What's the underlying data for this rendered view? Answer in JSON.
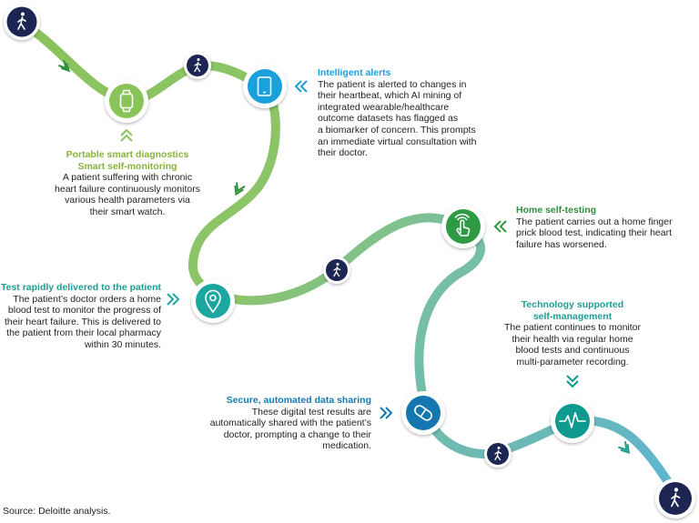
{
  "colors": {
    "green": "#8ac35a",
    "teal": "#6ab8b0",
    "blue": "#5ab4d8",
    "navy": "#1d2552",
    "bright_blue": "#1ca0db",
    "dark_green": "#2e8f3e",
    "teal_dark": "#0e9a8e",
    "title_green": "#86b33c",
    "title_teal": "#1d9e94",
    "title_blue": "#157ab5"
  },
  "steps": [
    {
      "id": "smart-diagnostics",
      "title": "Portable smart diagnostics\nSmart self-monitoring",
      "description": "A patient suffering with chronic\nheart failure continuously monitors\nvarious health parameters via\ntheir smart watch.",
      "icon": "smartwatch-icon"
    },
    {
      "id": "intelligent-alerts",
      "title": "Intelligent alerts",
      "description": "The patient is alerted to changes in\ntheir heartbeat, which AI mining of\nintegrated wearable/healthcare\noutcome datasets has flagged as\na biomarker of concern. This prompts\nan immediate virtual consultation with\ntheir doctor.",
      "icon": "tablet-icon"
    },
    {
      "id": "test-delivered",
      "title": "Test rapidly delivered to the patient",
      "description": "The patient’s doctor orders a home\nblood test to monitor the progress of\ntheir heart failure. This is delivered to\nthe patient from their local pharmacy\nwithin 30 minutes.",
      "icon": "location-pin-icon"
    },
    {
      "id": "home-self-testing",
      "title": "Home self-testing",
      "description": "The patient carries out a home finger\nprick blood test, indicating their heart\nfailure has worsened.",
      "icon": "finger-tap-icon"
    },
    {
      "id": "data-sharing",
      "title": "Secure, automated data sharing",
      "description": "These digital test results are\nautomatically shared with the patient’s\ndoctor, prompting a change to their\nmedication.",
      "icon": "pill-icon"
    },
    {
      "id": "self-management",
      "title": "Technology supported\nself-management",
      "description": "The patient continues to monitor\ntheir health via regular home\nblood tests and continuous\nmulti-parameter recording.",
      "icon": "heartbeat-icon"
    }
  ],
  "source": "Source: Deloitte analysis."
}
